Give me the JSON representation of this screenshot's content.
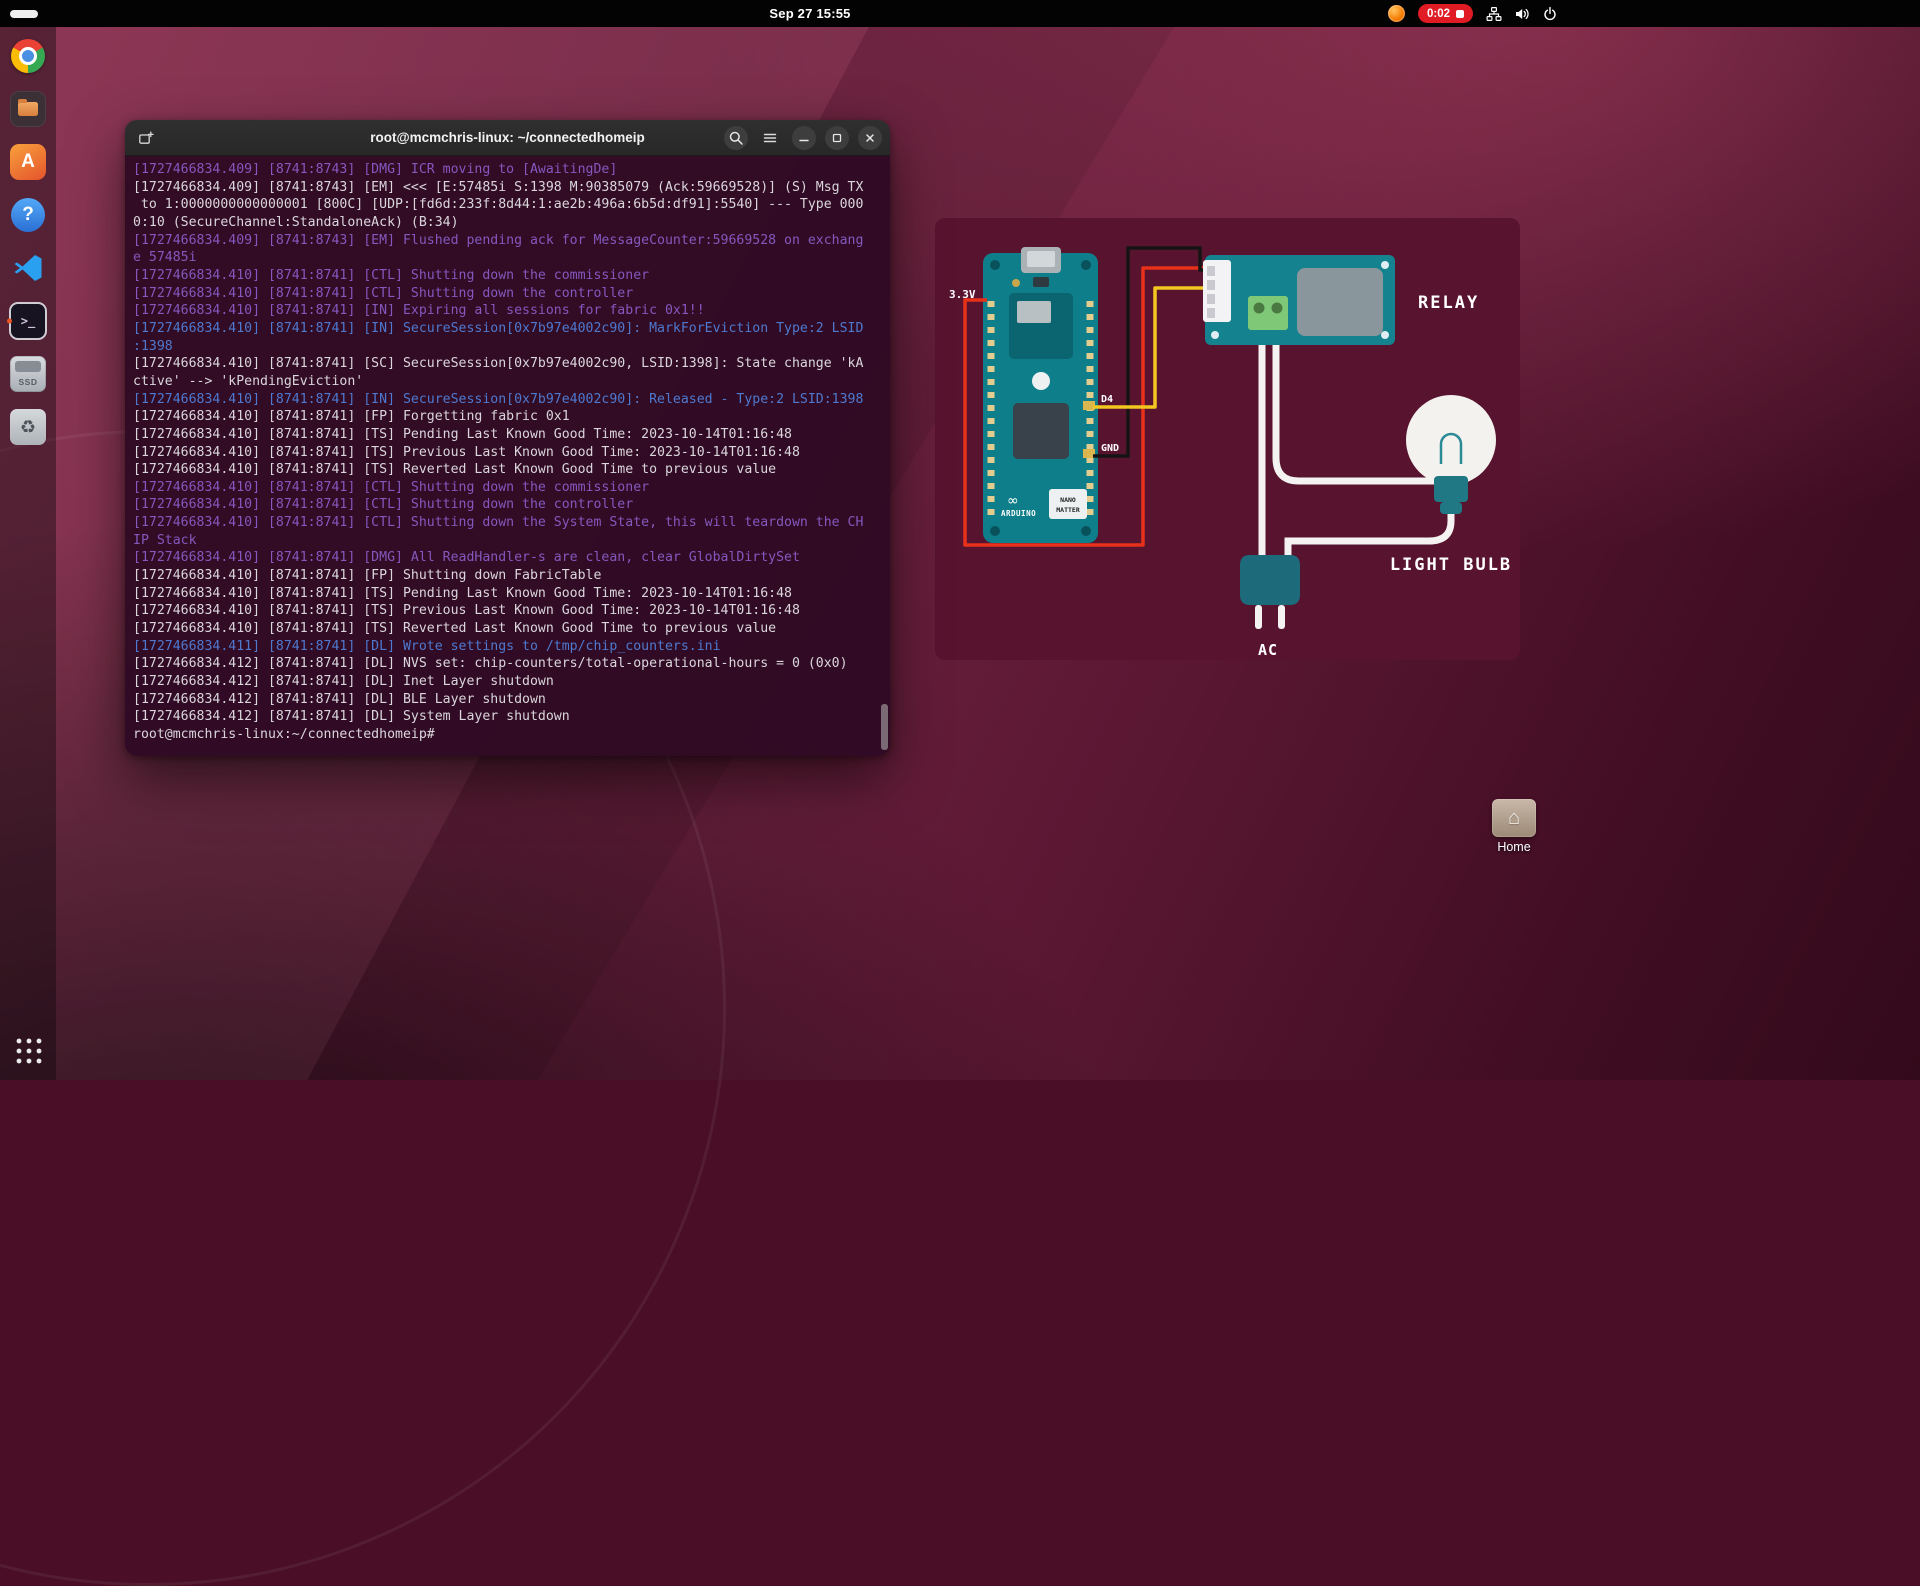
{
  "topbar": {
    "clock": "Sep 27 15:55",
    "recording": {
      "time": "0:02"
    }
  },
  "dock": {
    "ssd_label": "SSD",
    "items": [
      "chrome",
      "files",
      "app-center",
      "help",
      "vscode",
      "terminal",
      "ssd",
      "trash",
      "show-apps"
    ]
  },
  "icons": {
    "appcenter_glyph": "A",
    "help_glyph": "?",
    "terminal_glyph": ">_",
    "recycle": "♻",
    "house": "⌂",
    "infinity": "∞"
  },
  "terminal": {
    "title": "root@mcmchris-linux: ~/connectedhomeip",
    "rows": [
      {
        "t": "[1727466834.409] [8741:8743] [DMG] ICR moving to [AwaitingDe]",
        "c": "purple"
      },
      {
        "t": "[1727466834.409] [8741:8743] [EM] <<< [E:57485i S:1398 M:90385079 (Ack:59669528)] (S) Msg TX",
        "c": "fg"
      },
      {
        "t": " to 1:0000000000000001 [800C] [UDP:[fd6d:233f:8d44:1:ae2b:496a:6b5d:df91]:5540] --- Type 000",
        "c": "fg"
      },
      {
        "t": "0:10 (SecureChannel:StandaloneAck) (B:34)",
        "c": "fg"
      },
      {
        "t": "[1727466834.409] [8741:8743] [EM] Flushed pending ack for MessageCounter:59669528 on exchang",
        "c": "purple"
      },
      {
        "t": "e 57485i",
        "c": "purple"
      },
      {
        "t": "[1727466834.410] [8741:8741] [CTL] Shutting down the commissioner",
        "c": "purple"
      },
      {
        "t": "[1727466834.410] [8741:8741] [CTL] Shutting down the controller",
        "c": "purple"
      },
      {
        "t": "[1727466834.410] [8741:8741] [IN] Expiring all sessions for fabric 0x1!!",
        "c": "purple"
      },
      {
        "t": "[1727466834.410] [8741:8741] [IN] SecureSession[0x7b97e4002c90]: MarkForEviction Type:2 LSID",
        "c": "blue"
      },
      {
        "t": ":1398",
        "c": "blue"
      },
      {
        "t": "[1727466834.410] [8741:8741] [SC] SecureSession[0x7b97e4002c90, LSID:1398]: State change 'kA",
        "c": "fg"
      },
      {
        "t": "ctive' --> 'kPendingEviction'",
        "c": "fg"
      },
      {
        "t": "[1727466834.410] [8741:8741] [IN] SecureSession[0x7b97e4002c90]: Released - Type:2 LSID:1398",
        "c": "blue"
      },
      {
        "t": "[1727466834.410] [8741:8741] [FP] Forgetting fabric 0x1",
        "c": "fg"
      },
      {
        "t": "[1727466834.410] [8741:8741] [TS] Pending Last Known Good Time: 2023-10-14T01:16:48",
        "c": "fg"
      },
      {
        "t": "[1727466834.410] [8741:8741] [TS] Previous Last Known Good Time: 2023-10-14T01:16:48",
        "c": "fg"
      },
      {
        "t": "[1727466834.410] [8741:8741] [TS] Reverted Last Known Good Time to previous value",
        "c": "fg"
      },
      {
        "t": "[1727466834.410] [8741:8741] [CTL] Shutting down the commissioner",
        "c": "purple"
      },
      {
        "t": "[1727466834.410] [8741:8741] [CTL] Shutting down the controller",
        "c": "purple"
      },
      {
        "t": "[1727466834.410] [8741:8741] [CTL] Shutting down the System State, this will teardown the CH",
        "c": "purple"
      },
      {
        "t": "IP Stack",
        "c": "purple"
      },
      {
        "t": "[1727466834.410] [8741:8741] [DMG] All ReadHandler-s are clean, clear GlobalDirtySet",
        "c": "purple"
      },
      {
        "t": "[1727466834.410] [8741:8741] [FP] Shutting down FabricTable",
        "c": "fg"
      },
      {
        "t": "[1727466834.410] [8741:8741] [TS] Pending Last Known Good Time: 2023-10-14T01:16:48",
        "c": "fg"
      },
      {
        "t": "[1727466834.410] [8741:8741] [TS] Previous Last Known Good Time: 2023-10-14T01:16:48",
        "c": "fg"
      },
      {
        "t": "[1727466834.410] [8741:8741] [TS] Reverted Last Known Good Time to previous value",
        "c": "fg"
      },
      {
        "t": "[1727466834.411] [8741:8741] [DL] Wrote settings to /tmp/chip_counters.ini",
        "c": "blue"
      },
      {
        "t": "[1727466834.412] [8741:8741] [DL] NVS set: chip-counters/total-operational-hours = 0 (0x0)",
        "c": "fg"
      },
      {
        "t": "[1727466834.412] [8741:8741] [DL] Inet Layer shutdown",
        "c": "fg"
      },
      {
        "t": "[1727466834.412] [8741:8741] [DL] BLE Layer shutdown",
        "c": "fg"
      },
      {
        "t": "[1727466834.412] [8741:8741] [DL] System Layer shutdown",
        "c": "fg"
      },
      {
        "t": "root@mcmchris-linux:~/connectedhomeip# ",
        "c": "fg"
      }
    ]
  },
  "diagram": {
    "power_label": "3.3V",
    "pin_d4": "D4",
    "pin_gnd": "GND",
    "relay_label": "RELAY",
    "bulb_label": "LIGHT BULB",
    "ac_label": "AC",
    "board_brand": "ARDUINO",
    "board_model_line1": "NANO",
    "board_model_line2": "MATTER"
  },
  "desktop": {
    "home_label": "Home"
  },
  "colors": {
    "terminal_bg": "#300a24",
    "log_fg": "#dad6dc",
    "log_purple": "#8458bd",
    "log_blue": "#4e79cf",
    "wire_red": "#e8311a",
    "wire_black": "#141414",
    "wire_yellow": "#f3c71f",
    "record_red": "#e01b24",
    "accent_orange": "#e95420"
  }
}
